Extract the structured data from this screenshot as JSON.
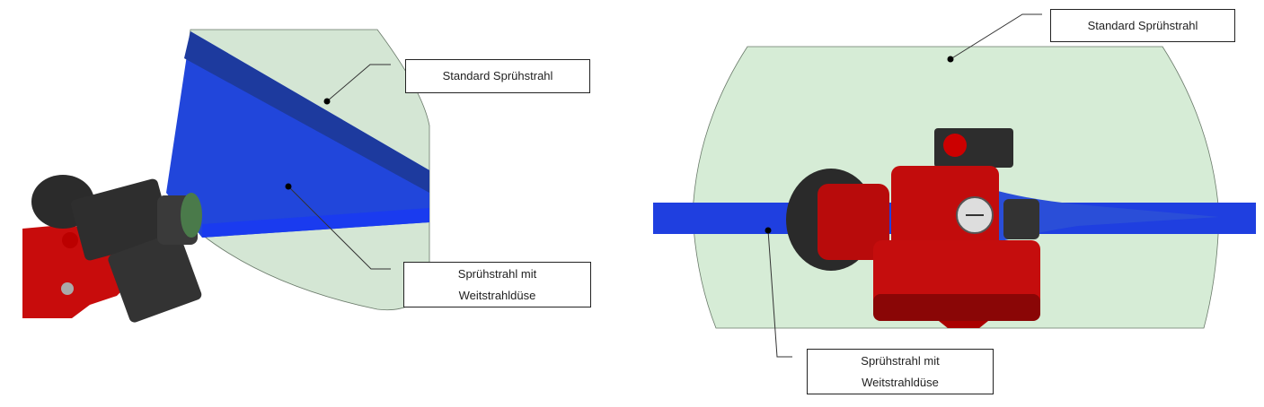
{
  "left_view": {
    "label_standard": "Standard Sprühstrahl",
    "label_long_range_line1": "Sprühstrahl mit",
    "label_long_range_line2": "Weitstrahldüse"
  },
  "right_view": {
    "label_standard": "Standard Sprühstrahl",
    "label_long_range_line1": "Sprühstrahl mit",
    "label_long_range_line2": "Weitstrahldüse"
  },
  "colors": {
    "standard_spray": "#d3e8d3",
    "long_range_spray": "#1f3fd6",
    "machine_red": "#c40a0a",
    "machine_dark": "#2a2a2a"
  }
}
